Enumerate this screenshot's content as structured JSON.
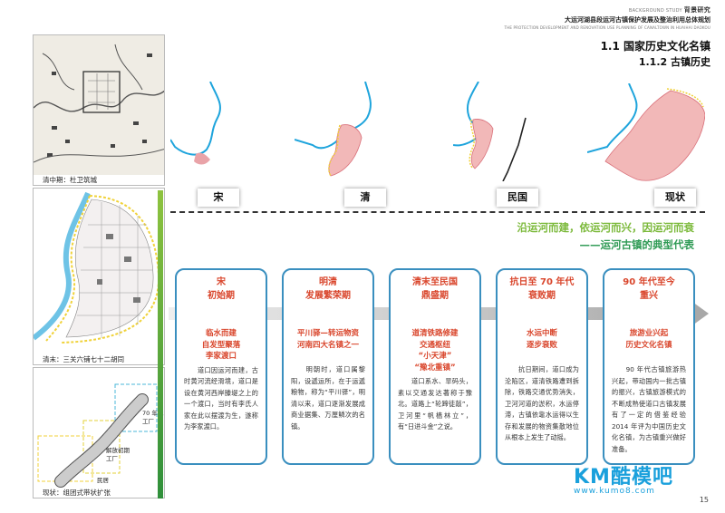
{
  "header": {
    "tag_en": "BACKGROUND STUDY",
    "tag_cn": "背景研究",
    "title_cn": "大运河湖县段运河古镇保护发展及整治利用总体规划",
    "title_en": "THE PROTECTION DEVELOPMENT AND RENOVATION USE PLANNING OF CANALTOWN IN HUAIHAI DAOKOU"
  },
  "section": "1.1 国家历史文化名镇",
  "subsection": "1.1.2 古镇历史",
  "images": [
    {
      "caption": "清中期：杜卫筑城"
    },
    {
      "caption": "清末：三关六铺七十二胡同"
    },
    {
      "caption": "现状：组团式带状扩张",
      "labels": [
        "70 年代工厂",
        "解放初期工厂",
        "民居"
      ]
    }
  ],
  "eras": [
    "宋",
    "清",
    "民国",
    "现状"
  ],
  "slogan": {
    "line1": "沿运河而建，依运河而兴，因运河而衰",
    "line2": "——运河古镇的典型代表"
  },
  "colors": {
    "accent_red": "#d9452b",
    "card_border": "#3a8fbf",
    "green": "#2e9a54",
    "river": "#1ea4dc",
    "town_fill": "#f2b8b8"
  },
  "cards": [
    {
      "period": [
        "宋",
        "初始期"
      ],
      "feature": [
        "临水而建",
        "自发型聚落",
        "李家渡口"
      ],
      "desc": "　　道口因运河而建，古时黄河流经滑境，道口是设在黄河西岸滕堤之上的一个渡口，当时有李氏人家在此以摆渡为生，遂称为李家渡口。"
    },
    {
      "period": [
        "明清",
        "发展繁荣期"
      ],
      "feature": [
        "平川驿—转运物资",
        "河南四大名镇之一"
      ],
      "desc": "　　明朝时，道口属黎阳，设遞运所，在于运遞粮物，称为“平川驿”，明清以来，道口逐渐发展成商业据集、万厘鳞次的名镇。"
    },
    {
      "period": [
        "清末至民国",
        "鼎盛期"
      ],
      "feature": [
        "道清铁路修建",
        "交通枢纽",
        "“小天津”",
        "“豫北重镇”"
      ],
      "desc": "　　道口系水、旱码头，素以交通发达著称于豫北。道路上“轮蹄徒敲”，卫河里“帆樯林立”，有“日进斗金”之说。"
    },
    {
      "period": [
        "抗日至 70 年代",
        "衰败期"
      ],
      "feature": [
        "水运中断",
        "逐步衰败"
      ],
      "desc": "　　抗日期间，道口成为沦陷区，道清铁路遭到拆除，铁路交通优势消失，卫河河道的淤积，水运停滞，古镇依靠水运得以生存和发展的物资集散地位从根本上发生了动摇。"
    },
    {
      "period": [
        "90 年代至今",
        "重兴"
      ],
      "feature": [
        "旅游业兴起",
        "历史文化名镇"
      ],
      "desc": "　　90 年代古镇旅游热兴起，带动国内一批古镇的振兴，古镇旅游模式的不断成熟使道口古镇发展有了一定的借鉴经验2014 年评为中国历史文化名镇，为古镇重兴做好准备。"
    }
  ],
  "watermark": {
    "brand": "KM酷模吧",
    "url": "www.kumo8.com"
  },
  "page_number": "15"
}
